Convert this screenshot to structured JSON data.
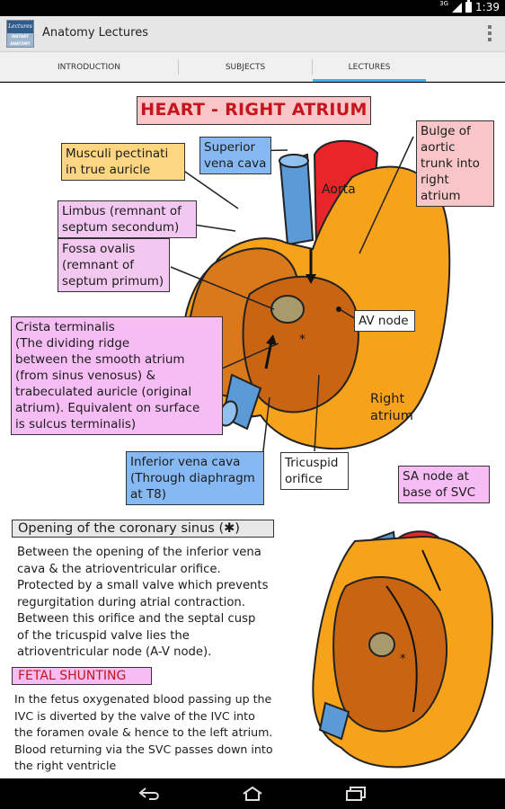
{
  "status_bar": {
    "time": "1:39",
    "signal_label": "3G"
  },
  "action_bar": {
    "title": "Anatomy Lectures",
    "icon_text_top": "Lectures",
    "icon_text_bottom": "INSTANT ANATOMY"
  },
  "tabs": [
    {
      "label": "INTRODUCTION",
      "active": false
    },
    {
      "label": "SUBJECTS",
      "active": false
    },
    {
      "label": "LECTURES",
      "active": true
    }
  ],
  "diagram": {
    "title": "HEART - RIGHT ATRIUM",
    "labels": {
      "musculi": [
        "Musculi pectinati",
        "in true auricle"
      ],
      "svc": [
        "Superior",
        "vena cava"
      ],
      "bulge": [
        "Bulge of",
        "aortic",
        "trunk into",
        "right",
        "atrium"
      ],
      "limbus": [
        "Limbus (remnant of",
        "septum secondum)"
      ],
      "fossa": [
        "Fossa ovalis",
        "(remnant of",
        "septum primum)"
      ],
      "av_node": "AV node",
      "crista": [
        "Crista terminalis",
        "(The dividing ridge",
        "between the smooth atrium",
        "(from sinus venosus) &",
        "trabeculated auricle (original",
        "atrium). Equivalent on surface",
        "is sulcus terminalis)"
      ],
      "right_atrium": [
        "Right",
        "atrium"
      ],
      "aorta": "Aorta",
      "ivc": [
        "Inferior vena cava",
        "(Through diaphragm",
        "at T8)"
      ],
      "tricuspid": [
        "Tricuspid",
        "orifice"
      ],
      "sa_node": [
        "SA node at",
        "base of SVC"
      ]
    }
  },
  "sections": {
    "coronary": {
      "header": "Opening of the coronary sinus (✱)",
      "lines": [
        "Between the opening of the inferior vena",
        "cava & the atrioventricular orifice.",
        "Protected by a small valve which prevents",
        "regurgitation during atrial contraction.",
        "Between this orifice and the septal cusp",
        "of the tricuspid valve lies the",
        "atrioventricular node (A-V node)."
      ]
    },
    "fetal": {
      "header": "FETAL SHUNTING",
      "lines": [
        "In the fetus oxygenated blood passing up the",
        "IVC  is diverted by the valve of the IVC into",
        "the foramen ovale & hence to the left atrium.",
        "Blood returning via the SVC passes down into",
        "the right ventricle"
      ]
    }
  },
  "colors": {
    "accent_tab": "#33b5e5",
    "title_text": "#c4161c",
    "heart_orange": "#f7a21b",
    "heart_dark": "#c86412",
    "aorta_red": "#e8262a",
    "vessel_blue": "#5b9ad6"
  },
  "nav": {
    "icons": [
      "back-icon",
      "home-icon",
      "recents-icon"
    ]
  }
}
